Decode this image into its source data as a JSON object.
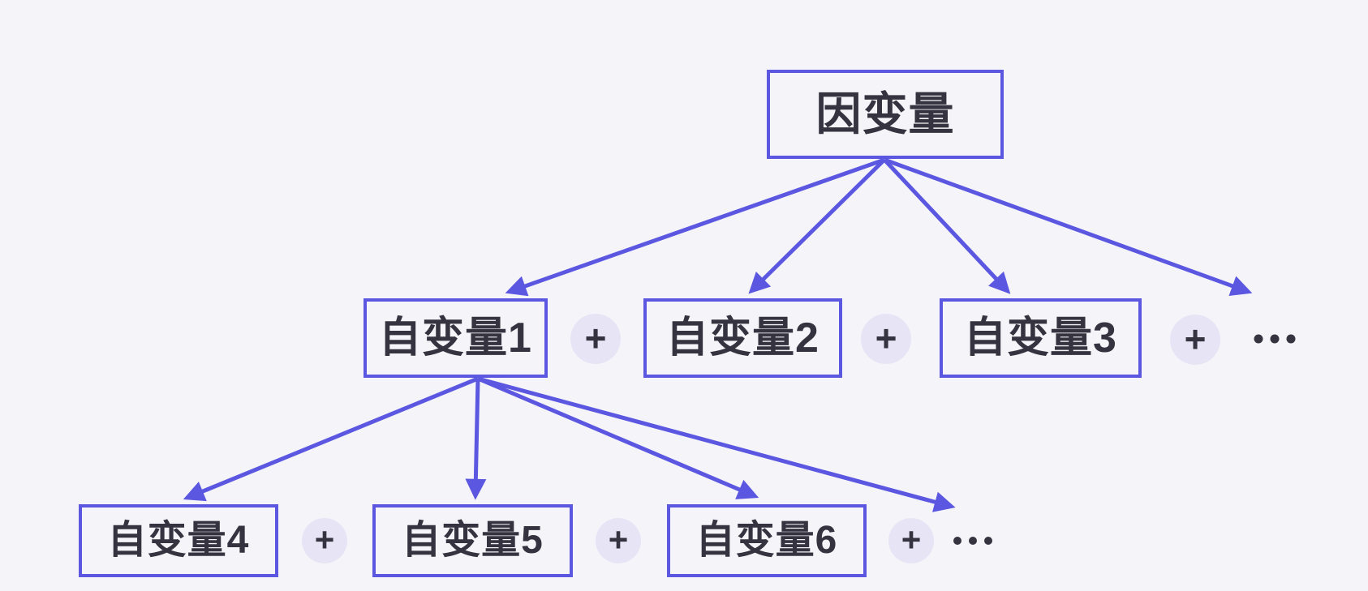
{
  "colors": {
    "bg": "#f5f4f9",
    "accent": "#5b57e1",
    "ink": "#34333f",
    "plus-bg": "#e7e4f6"
  },
  "diagram": {
    "root": {
      "label": "因变量"
    },
    "level1": {
      "nodes": [
        {
          "label": "自变量1"
        },
        {
          "label": "自变量2"
        },
        {
          "label": "自变量3"
        }
      ],
      "plus": "+",
      "ellipsis": "⋯"
    },
    "level2": {
      "nodes": [
        {
          "label": "自变量4"
        },
        {
          "label": "自变量5"
        },
        {
          "label": "自变量6"
        }
      ],
      "plus": "+",
      "ellipsis": "⋯"
    }
  }
}
